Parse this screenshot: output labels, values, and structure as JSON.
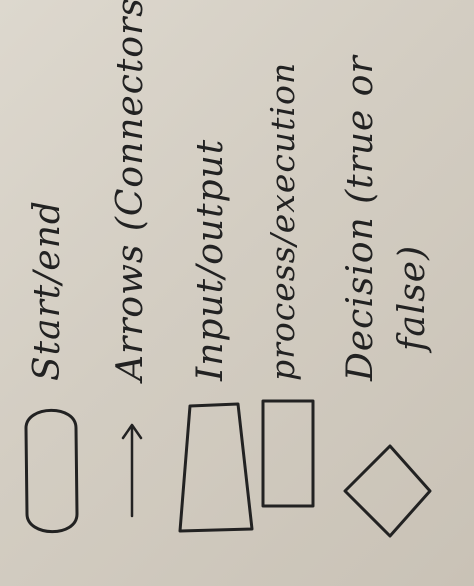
{
  "legend": {
    "items": [
      {
        "shape": "terminator",
        "label": "Start/end"
      },
      {
        "shape": "arrow",
        "label": "Arrows (Connectors)"
      },
      {
        "shape": "parallelogram",
        "label": "Input/output"
      },
      {
        "shape": "rectangle",
        "label": "process/execution"
      },
      {
        "shape": "diamond",
        "label": "Decision (true or",
        "label_line2": "false)"
      }
    ]
  },
  "colors": {
    "ink": "#222222",
    "paper": "#d8d2c8"
  }
}
